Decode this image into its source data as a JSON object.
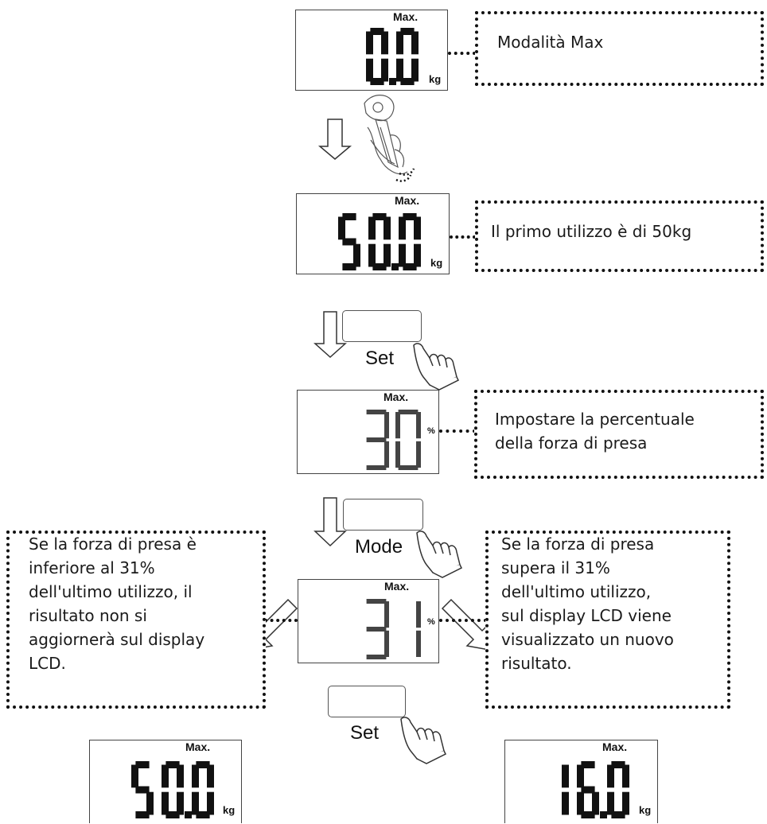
{
  "displays": {
    "d1": {
      "max": "Max.",
      "value": "0.0",
      "unit": "kg"
    },
    "d2": {
      "max": "Max.",
      "value": "50.0",
      "unit": "kg"
    },
    "d3": {
      "max": "Max.",
      "value": "30",
      "unit": "%"
    },
    "d4": {
      "max": "Max.",
      "value": "31",
      "unit": "%"
    },
    "d5": {
      "max": "Max.",
      "value": "50.0",
      "unit": "kg"
    },
    "d6": {
      "max": "Max.",
      "value": "16.0",
      "unit": "kg"
    }
  },
  "notes": {
    "max_mode": "Modalità Max",
    "first_use": "Il primo utilizzo è di 50kg",
    "set_percent": "Impostare la percentuale\ndella forza di presa",
    "below": "Se la forza di presa è\ninferiore al 31%\ndell'ultimo utilizzo, il\nrisultato non si\naggiornerà sul display\nLCD.",
    "above": "Se la forza di presa\nsupera il 31%\ndell'ultimo utilizzo,\nsul display LCD viene\nvisualizzato un nuovo\nrisultato."
  },
  "buttons": {
    "set1": "Set",
    "mode": "Mode",
    "set2": "Set"
  },
  "icons": [
    "down-arrow-icon",
    "hand-grip-icon",
    "finger-press-icon",
    "diagonal-arrow-icon"
  ]
}
